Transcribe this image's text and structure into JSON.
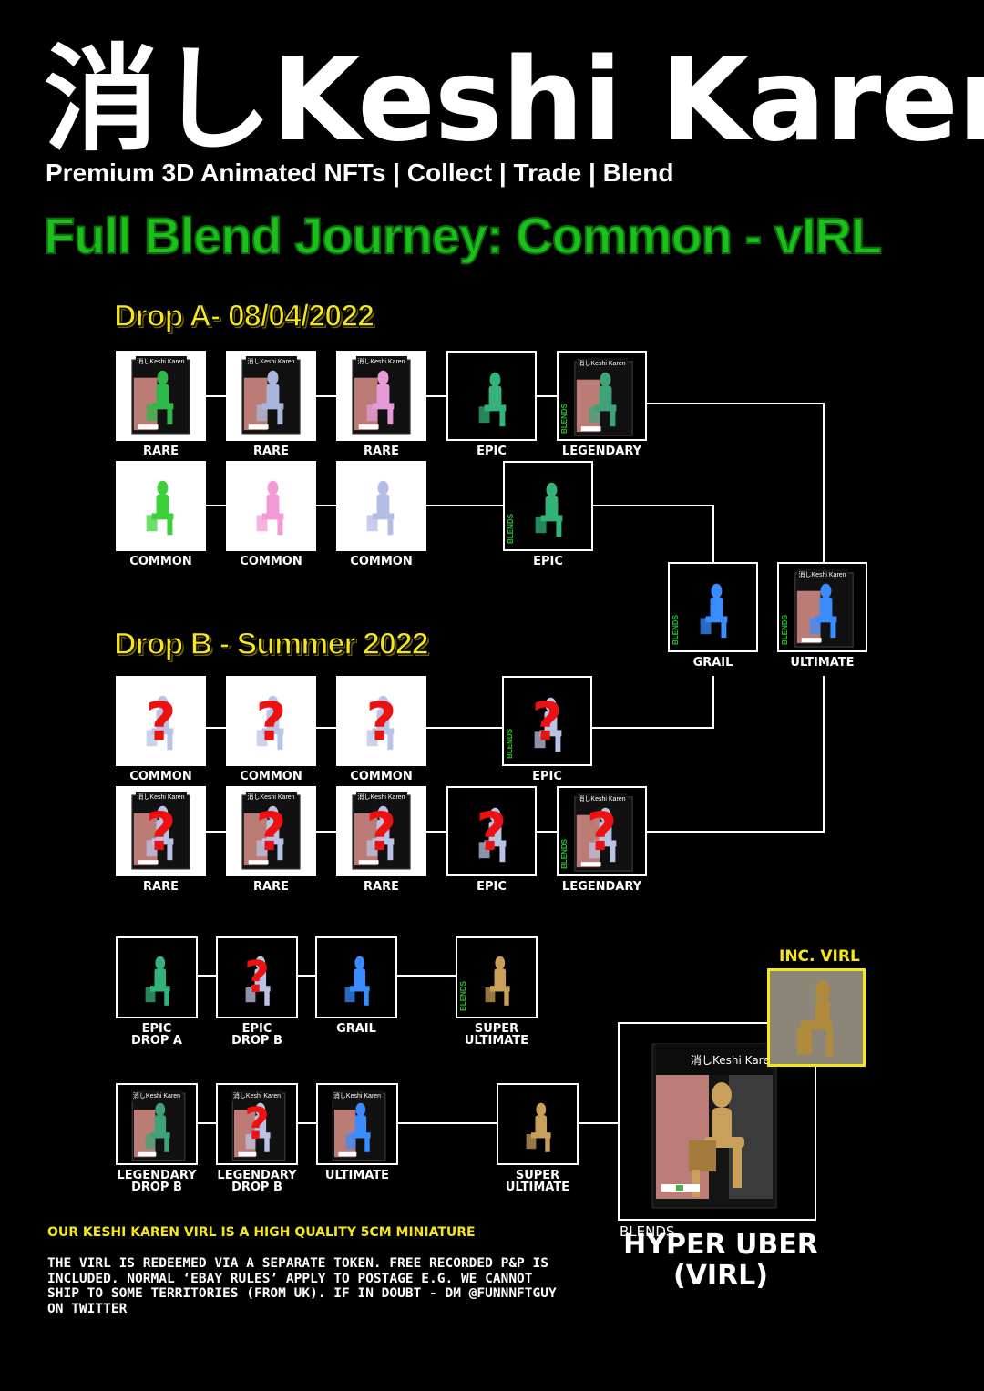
{
  "header": {
    "brand_title": "消しKeshi Karen",
    "tagline": "Premium 3D Animated NFTs | Collect | Trade | Blend",
    "journey_title": "Full Blend Journey: Common - vIRL"
  },
  "colors": {
    "background": "#000000",
    "journey_green": "#1dbf1d",
    "drop_yellow": "#f5e61a",
    "mystery_red": "#ee1111",
    "blends_green": "#27c427"
  },
  "box_brand": "消しKeshi Karen",
  "blends_tag": "BLENDS",
  "mystery_mark": "?",
  "drop_a": {
    "label": "Drop A- 08/04/2022",
    "row1": [
      {
        "label": "RARE",
        "figure_color": "#2fb84a"
      },
      {
        "label": "RARE",
        "figure_color": "#a9b6dc"
      },
      {
        "label": "RARE",
        "figure_color": "#e79ad8"
      },
      {
        "label": "EPIC",
        "figure_color": "#33b37a"
      },
      {
        "label": "LEGENDARY",
        "figure_color": "#3fa37a"
      }
    ],
    "row2": [
      {
        "label": "COMMON",
        "figure_color": "#3cd13a"
      },
      {
        "label": "COMMON",
        "figure_color": "#f29ad6"
      },
      {
        "label": "COMMON",
        "figure_color": "#b3bde6"
      },
      {
        "label": "EPIC",
        "figure_color": "#33b37a"
      }
    ],
    "grail": {
      "label": "GRAIL",
      "figure_color": "#3a8cff"
    },
    "ultimate": {
      "label": "ULTIMATE",
      "figure_color": "#3a8cff"
    }
  },
  "drop_b": {
    "label": "Drop B - Summer 2022",
    "row1": [
      {
        "label": "COMMON"
      },
      {
        "label": "COMMON"
      },
      {
        "label": "COMMON"
      },
      {
        "label": "EPIC"
      }
    ],
    "row2": [
      {
        "label": "RARE"
      },
      {
        "label": "RARE"
      },
      {
        "label": "RARE"
      },
      {
        "label": "EPIC"
      },
      {
        "label": "LEGENDARY"
      }
    ]
  },
  "final": {
    "row1": [
      {
        "label": "EPIC\nDROP A"
      },
      {
        "label": "EPIC\nDROP B"
      },
      {
        "label": "GRAIL"
      },
      {
        "label": "SUPER\nULTIMATE"
      }
    ],
    "row2": [
      {
        "label": "LEGENDARY\nDROP B"
      },
      {
        "label": "LEGENDARY\nDROP B"
      },
      {
        "label": "ULTIMATE"
      },
      {
        "label": "SUPER\nULTIMATE"
      }
    ],
    "inc_virl": "INC. VIRL",
    "hyper_uber": "HYPER UBER\n(VIRL)"
  },
  "notes": {
    "highlight": "OUR KESHI KAREN VIRL IS A HIGH QUALITY 5CM MINIATURE",
    "body": "THE VIRL IS REDEEMED VIA A SEPARATE TOKEN. FREE RECORDED P&P IS INCLUDED. NORMAL ‘EBAY RULES’ APPLY TO POSTAGE E.G. WE CANNOT SHIP TO SOME TERRITORIES (FROM UK). IF IN DOUBT - DM @FUNNNFTGUY ON TWITTER"
  }
}
